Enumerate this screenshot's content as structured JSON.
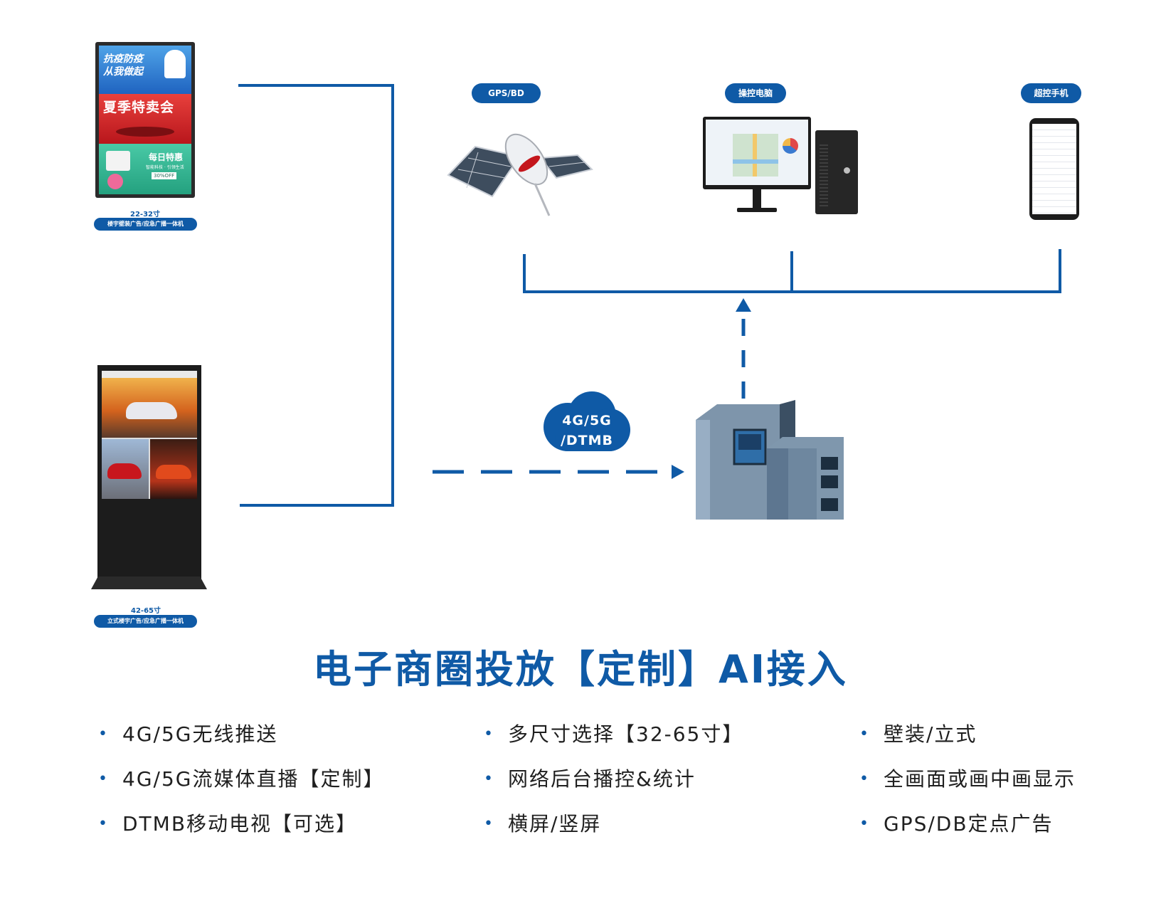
{
  "nodes": {
    "wall_ad": {
      "size": "22-32寸",
      "label": "楼宇壁装广告/应急广播一体机"
    },
    "floor_ad": {
      "size": "42-65寸",
      "label": "立式楼宇广告/应急广播一体机"
    },
    "gps": {
      "label": "GPS/BD"
    },
    "pc": {
      "label": "操控电脑"
    },
    "phone": {
      "label": "超控手机"
    },
    "cloud": {
      "line1": "4G/5G",
      "line2": "/DTMB"
    }
  },
  "screens": {
    "wall": {
      "banner1": "抗疫防疫",
      "banner1b": "从我做起",
      "banner2": "夏季特卖会",
      "banner3": "每日特惠",
      "banner3_sub": "智能科技 · 引领生活",
      "banner3_tag": "30%OFF"
    }
  },
  "title": "电子商圈投放【定制】AI接入",
  "features": {
    "col1": [
      "4G/5G无线推送",
      "4G/5G流媒体直播【定制】",
      "DTMB移动电视【可选】"
    ],
    "col2": [
      "多尺寸选择【32-65寸】",
      "网络后台播控&统计",
      "横屏/竖屏"
    ],
    "col3": [
      "壁装/立式",
      "全画面或画中画显示",
      "GPS/DB定点广告"
    ]
  },
  "colors": {
    "accent": "#0f5aa6",
    "bullet": "#0f5aa6",
    "text": "#1f1f1f"
  }
}
